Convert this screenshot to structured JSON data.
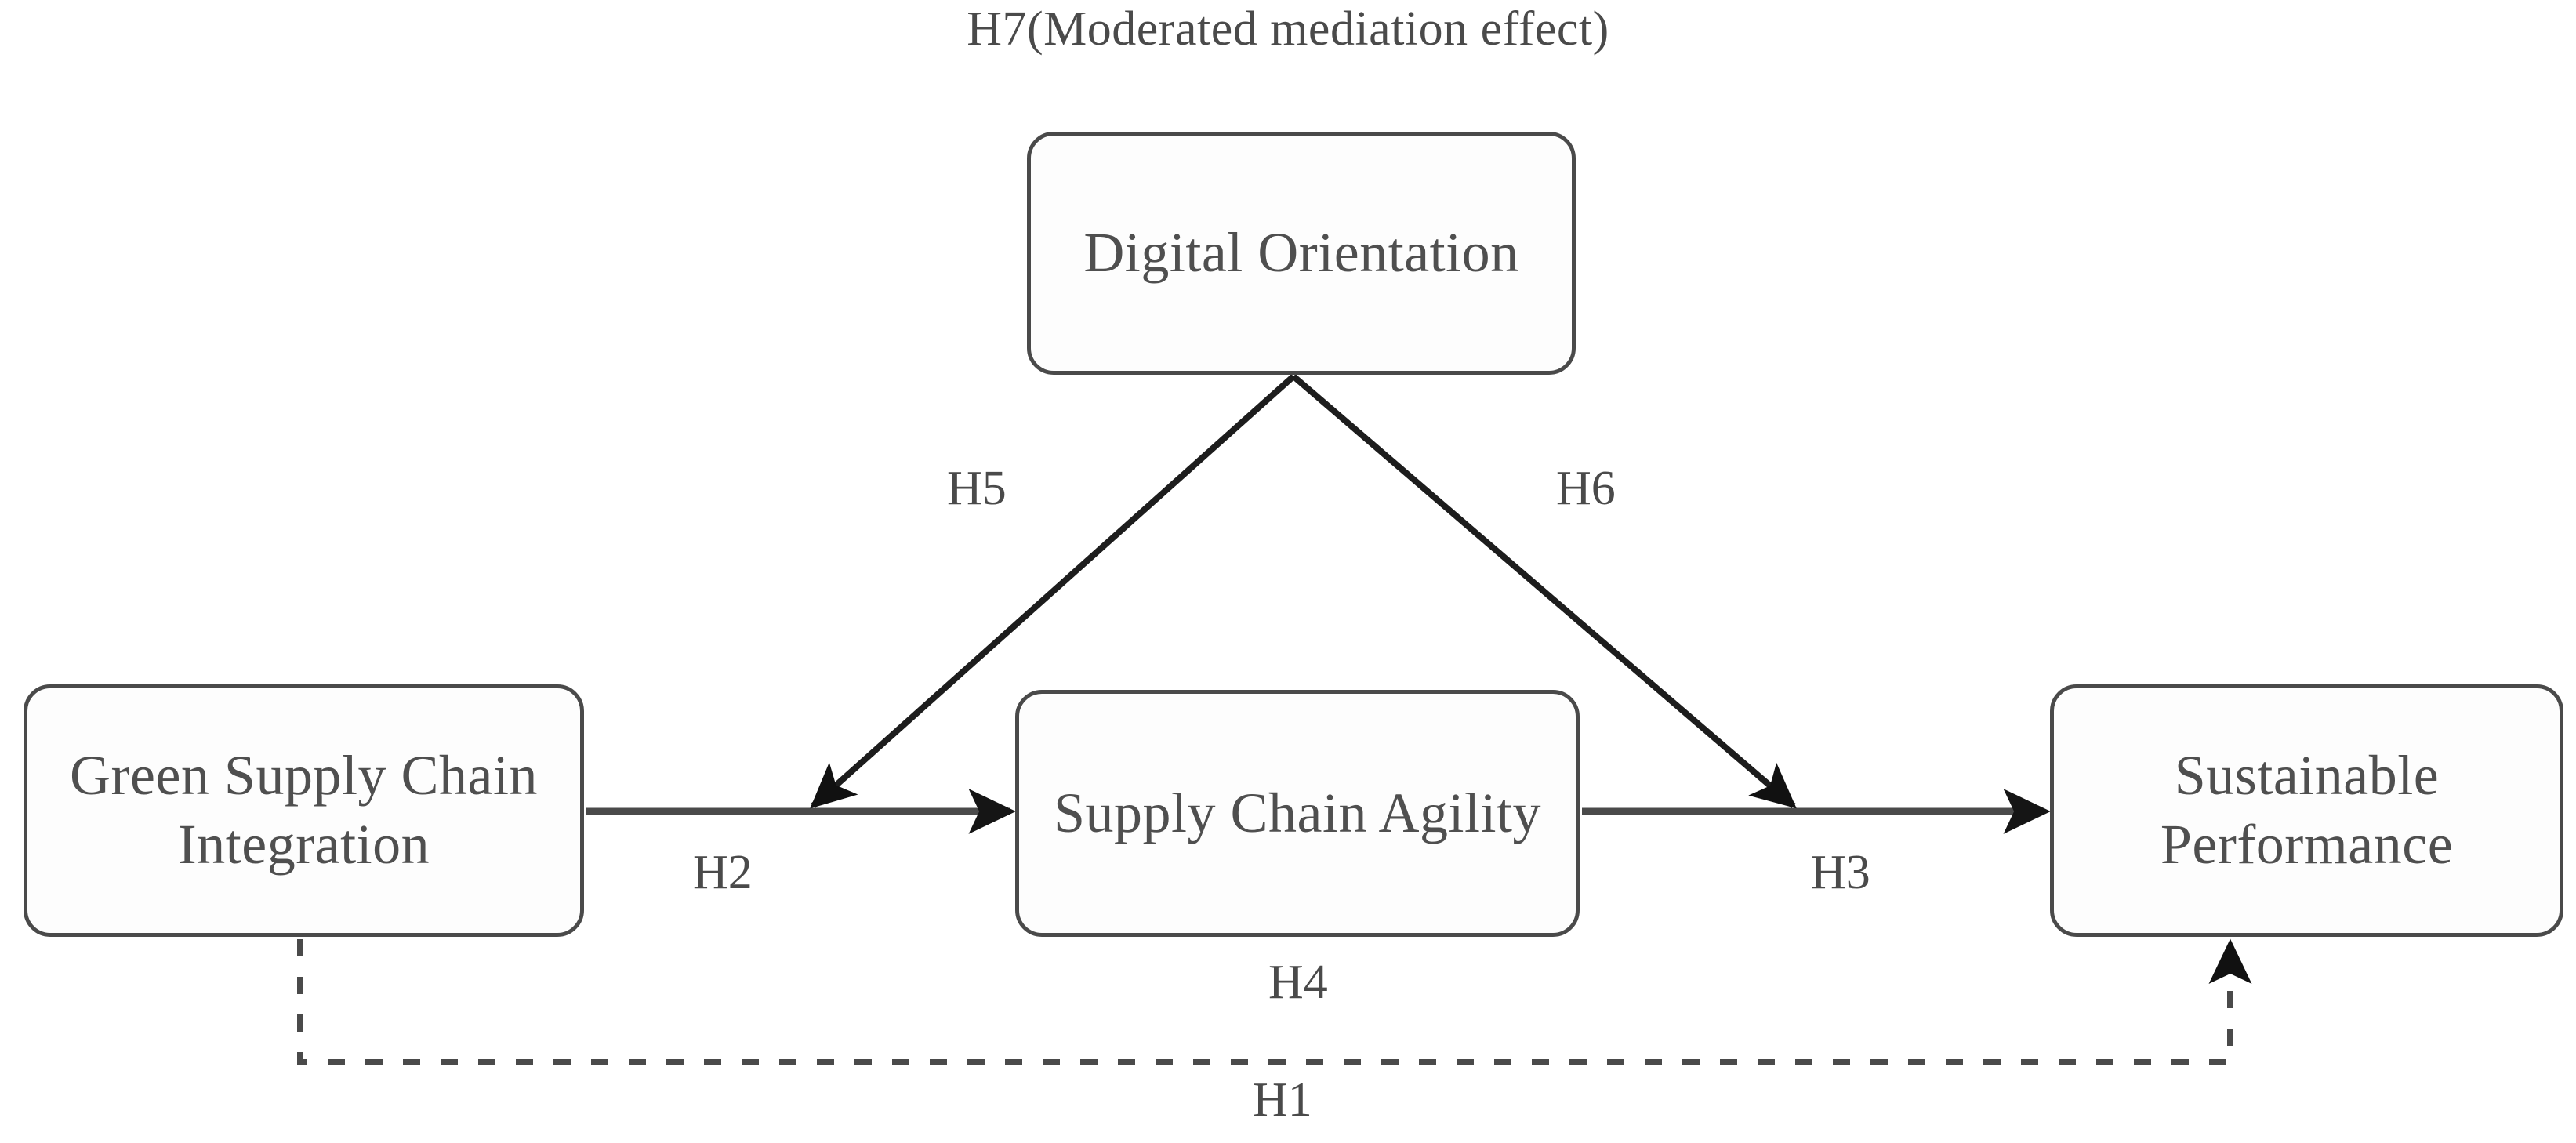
{
  "diagram": {
    "title": "H7(Moderated mediation effect)",
    "type": "conceptual-research-model",
    "nodes": [
      {
        "id": "digital-orientation",
        "label": "Digital Orientation",
        "lines": [
          "Digital",
          "Orientation"
        ]
      },
      {
        "id": "green-supply-chain-integration",
        "label": "Green Supply Chain Integration",
        "lines": [
          "Green Supply",
          "Chain Integration"
        ]
      },
      {
        "id": "supply-chain-agility",
        "label": "Supply Chain Agility",
        "lines": [
          "Supply Chain",
          "Agility"
        ]
      },
      {
        "id": "sustainable-performance",
        "label": "Sustainable Performance",
        "lines": [
          "Sustainable",
          "Performance"
        ]
      }
    ],
    "edges": [
      {
        "id": "h1",
        "label": "H1",
        "from": "green-supply-chain-integration",
        "to": "sustainable-performance",
        "style": "dashed",
        "arrow": true
      },
      {
        "id": "h2",
        "label": "H2",
        "from": "green-supply-chain-integration",
        "to": "supply-chain-agility",
        "style": "solid",
        "arrow": true
      },
      {
        "id": "h3",
        "label": "H3",
        "from": "supply-chain-agility",
        "to": "sustainable-performance",
        "style": "solid",
        "arrow": true
      },
      {
        "id": "h4",
        "label": "H4",
        "from": "green-supply-chain-integration",
        "to": "sustainable-performance",
        "style": "mediation",
        "arrow": false
      },
      {
        "id": "h5",
        "label": "H5",
        "from": "digital-orientation",
        "to": "h2",
        "style": "solid",
        "arrow": true
      },
      {
        "id": "h6",
        "label": "H6",
        "from": "digital-orientation",
        "to": "h3",
        "style": "solid",
        "arrow": true
      },
      {
        "id": "h7",
        "label": "H7(Moderated mediation effect)",
        "from": "digital-orientation",
        "to": "model",
        "style": "title",
        "arrow": false
      }
    ],
    "colors": {
      "box_border": "#4a4a4a",
      "box_fill": "#fdfdfd",
      "text": "#4f4f4f",
      "line": "#4a4a4a",
      "background": "#ffffff"
    }
  }
}
